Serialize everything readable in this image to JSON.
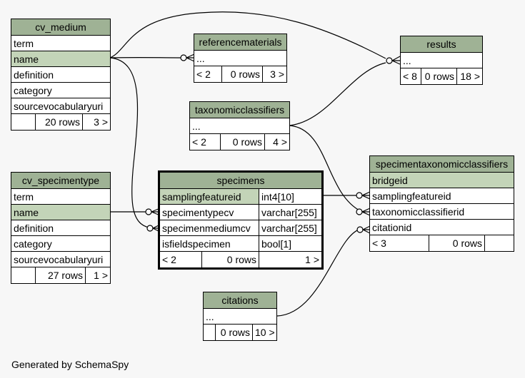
{
  "tables": {
    "cv_medium": {
      "name": "cv_medium",
      "columns": [
        "term",
        "name",
        "definition",
        "category",
        "sourcevocabularyuri"
      ],
      "footer": [
        "",
        "20 rows",
        "3 >"
      ]
    },
    "referencematerials": {
      "name": "referencematerials",
      "columns": [
        "..."
      ],
      "footer": [
        "< 2",
        "0 rows",
        "3 >"
      ]
    },
    "results": {
      "name": "results",
      "columns": [
        "..."
      ],
      "footer": [
        "< 8",
        "0 rows",
        "18 >"
      ]
    },
    "taxonomicclassifiers": {
      "name": "taxonomicclassifiers",
      "columns": [
        "..."
      ],
      "footer": [
        "< 2",
        "0 rows",
        "4 >"
      ]
    },
    "cv_specimentype": {
      "name": "cv_specimentype",
      "columns": [
        "term",
        "name",
        "definition",
        "category",
        "sourcevocabularyuri"
      ],
      "footer": [
        "",
        "27 rows",
        "1 >"
      ]
    },
    "specimens": {
      "name": "specimens",
      "columns": [
        {
          "name": "samplingfeatureid",
          "type": "int4[10]"
        },
        {
          "name": "specimentypecv",
          "type": "varchar[255]"
        },
        {
          "name": "specimenmediumcv",
          "type": "varchar[255]"
        },
        {
          "name": "isfieldspecimen",
          "type": "bool[1]"
        }
      ],
      "footer": [
        "< 2",
        "0 rows",
        "1 >"
      ]
    },
    "specimentaxonomicclassifiers": {
      "name": "specimentaxonomicclassifiers",
      "columns": [
        "bridgeid",
        "samplingfeatureid",
        "taxonomicclassifierid",
        "citationid"
      ],
      "footer": [
        "< 3",
        "0 rows",
        ""
      ]
    },
    "citations": {
      "name": "citations",
      "columns": [
        "..."
      ],
      "footer": [
        "",
        "0 rows",
        "10 >"
      ]
    }
  },
  "footer_text": "Generated by SchemaSpy"
}
